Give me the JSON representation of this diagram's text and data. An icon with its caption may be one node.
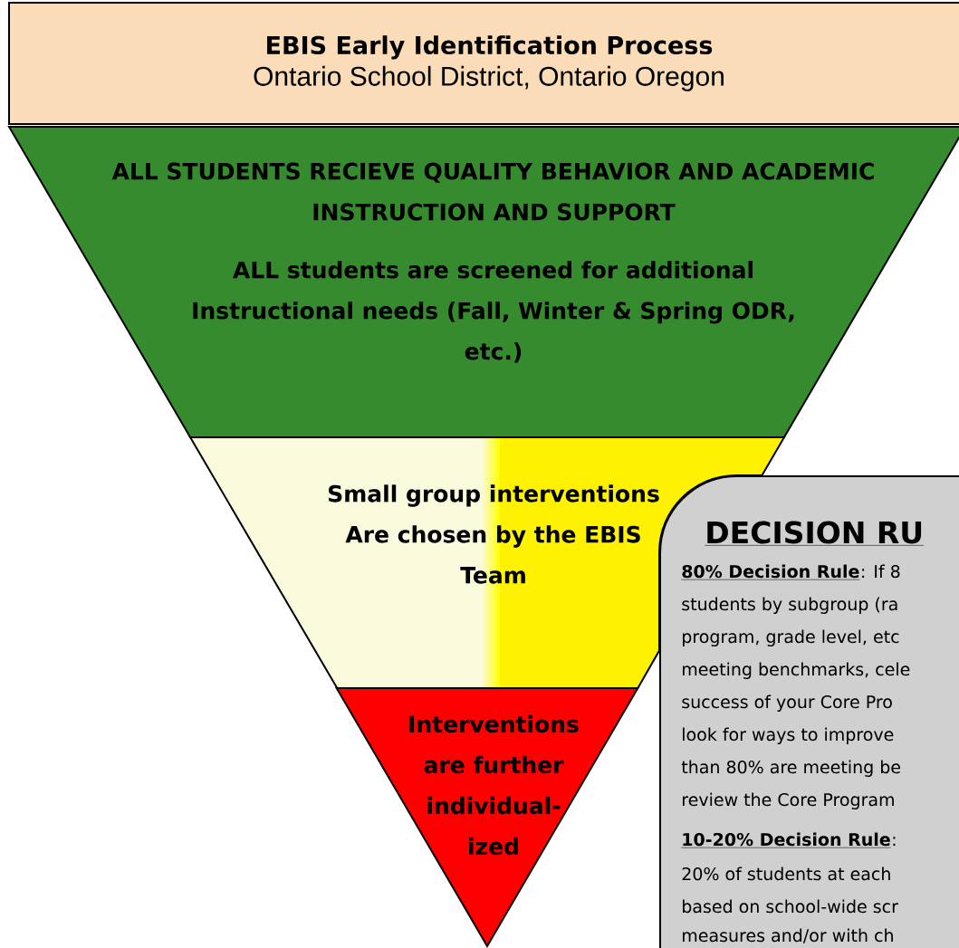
{
  "diagram": {
    "nodes": [
      {
        "text": [
          "EBIS Early Identification Process",
          "Ontario School District, Ontario Oregon"
        ]
      },
      {
        "text": [
          "ALL STUDENTS RECIEVE QUALITY BEHAVIOR AND ACADEMIC INSTRUCTION AND SUPPORT",
          "ALL students are screened for additional Instructional needs (Fall, Winter & Spring ODR, etc.)"
        ]
      },
      {
        "text": [
          "Small group interventions Are chosen by the EBIS Team"
        ]
      },
      {
        "text": [
          "DECISION RU",
          "80% Decision Rule",
          ": If 8",
          "students by subgroup (ra",
          "program, grade level, etc",
          "meeting benchmarks, cele",
          "success of your Core Pro",
          "look for ways to improve",
          "than 80% are meeting be",
          "review the Core Program",
          "10-20% Decision Rule",
          ":",
          "20% of students at each",
          "based on school-wide scr",
          "measures and/or with ch"
        ]
      },
      {
        "text": [
          "Interventions are further individual- ized"
        ]
      }
    ]
  }
}
